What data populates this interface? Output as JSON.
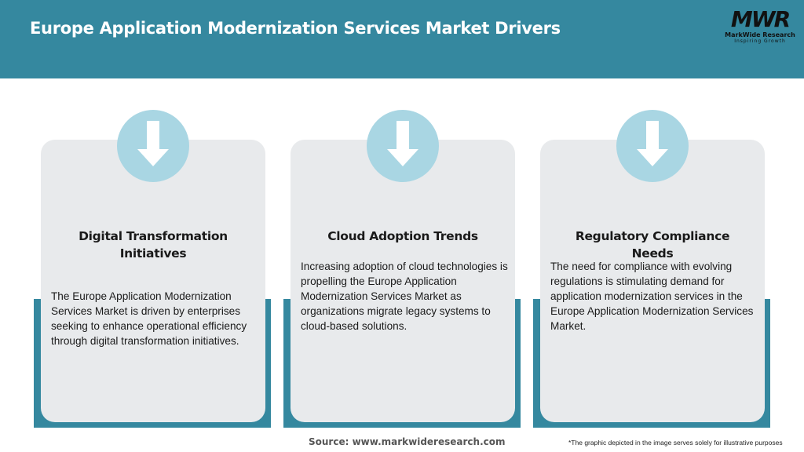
{
  "header": {
    "title": "Europe Application Modernization Services Market Drivers",
    "logo": {
      "mark": "MWR",
      "name": "MarkWide Research",
      "tagline": "Inspiring Growth"
    }
  },
  "colors": {
    "header_bg": "#35889f",
    "card_bg": "#e8eaec",
    "circle": "#a9d6e3",
    "accent": "#35889f"
  },
  "cards": [
    {
      "icon": "arrow-down-icon",
      "title": "Digital Transformation Initiatives",
      "body": "The Europe Application Modernization Services Market is driven by enterprises seeking to enhance operational efficiency through digital transformation initiatives."
    },
    {
      "icon": "arrow-down-icon",
      "title": "Cloud Adoption Trends",
      "body": "Increasing adoption of cloud technologies is propelling the Europe Application Modernization Services Market as organizations migrate legacy systems to cloud-based solutions."
    },
    {
      "icon": "arrow-down-icon",
      "title": "Regulatory Compliance Needs",
      "body": "The need for compliance with evolving regulations is stimulating demand for application modernization services in the Europe Application Modernization Services Market."
    }
  ],
  "footer": {
    "source": "Source: www.markwideresearch.com",
    "note": "*The graphic depicted in the image serves solely for illustrative purposes"
  }
}
